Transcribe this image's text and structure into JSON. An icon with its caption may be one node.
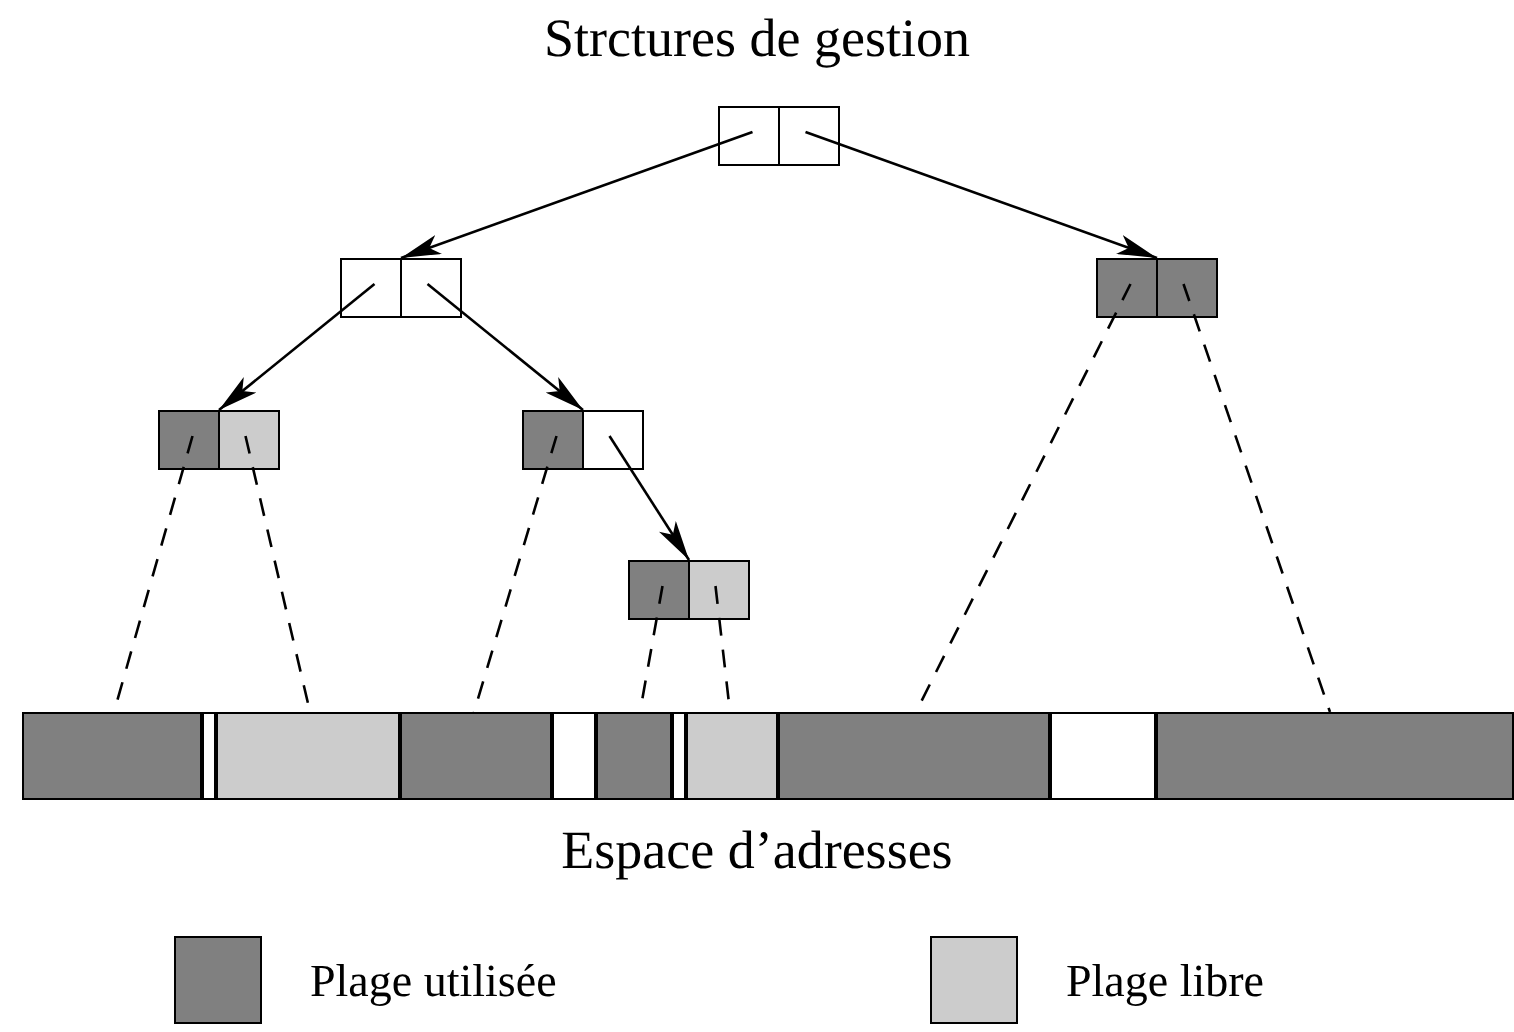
{
  "diagram": {
    "title": "Strctures de gestion",
    "nodes": [
      {
        "text": [],
        "shape": "box"
      },
      {
        "text": [],
        "shape": "box"
      },
      {
        "text": [],
        "shape": "box"
      },
      {
        "text": [],
        "shape": "box"
      },
      {
        "text": [],
        "shape": "box"
      },
      {
        "text": [],
        "shape": "box"
      },
      {
        "text": [],
        "shape": "bar"
      },
      {
        "text": [],
        "shape": "bar"
      },
      {
        "text": [],
        "shape": "bar"
      },
      {
        "text": [],
        "shape": "bar"
      },
      {
        "text": [],
        "shape": "bar"
      },
      {
        "text": [],
        "shape": "bar"
      },
      {
        "text": [],
        "shape": "bar"
      },
      {
        "text": [],
        "shape": "bar"
      },
      {
        "text": [],
        "shape": "bar"
      },
      {
        "text": [],
        "shape": "bar"
      },
      {
        "text": [],
        "shape": "bar"
      }
    ],
    "edges": [
      {
        "from": 0,
        "to": 1,
        "arrow": "to"
      },
      {
        "from": 0,
        "to": 2,
        "arrow": "to"
      },
      {
        "from": 1,
        "to": 3,
        "arrow": "to"
      },
      {
        "from": 1,
        "to": 4,
        "arrow": "to"
      },
      {
        "from": 4,
        "to": 5,
        "arrow": "to"
      },
      {
        "from": 3,
        "to": 6,
        "arrow": "none",
        "style": "dashed"
      },
      {
        "from": 3,
        "to": 8,
        "arrow": "none",
        "style": "dashed"
      },
      {
        "from": 4,
        "to": 9,
        "arrow": "none",
        "style": "dashed"
      },
      {
        "from": 5,
        "to": 11,
        "arrow": "none",
        "style": "dashed"
      },
      {
        "from": 5,
        "to": 13,
        "arrow": "none",
        "style": "dashed"
      },
      {
        "from": 2,
        "to": 14,
        "arrow": "none",
        "style": "dashed"
      },
      {
        "from": 2,
        "to": 16,
        "arrow": "none",
        "style": "dashed"
      }
    ],
    "labels": [
      "Espace d’adresses"
    ],
    "legend": [
      {
        "text": "Plage utilisée",
        "color": "#808080"
      },
      {
        "text": "Plage libre",
        "color": "#cccccc"
      }
    ]
  }
}
